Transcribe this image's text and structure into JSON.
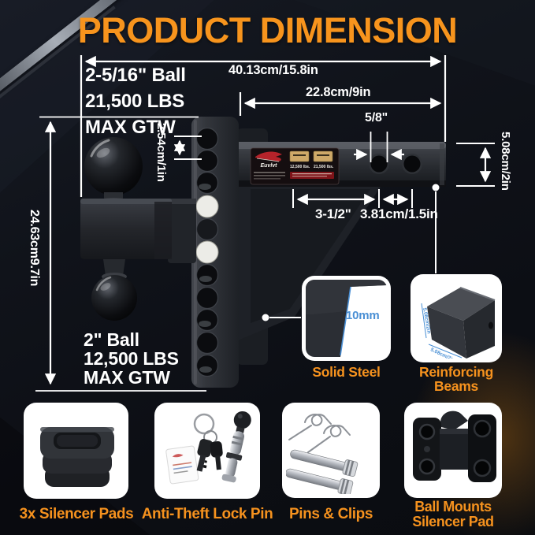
{
  "title": "PRODUCT DIMENSION",
  "colors": {
    "accent_orange": "#F7941D",
    "label_orange": "#F6921E",
    "dimension_white": "#FFFFFF",
    "callout_blue": "#4A8FD4",
    "background": "#0C0E14"
  },
  "hitch": {
    "top_ball": {
      "size": "2-5/16\" Ball",
      "capacity": "21,500 LBS",
      "suffix": "MAX GTW"
    },
    "bottom_ball": {
      "size": "2\" Ball",
      "capacity": "12,500 LBS",
      "suffix": "MAX GTW"
    },
    "sticker": {
      "brand": "Euvlvt",
      "weight_left": "12,500 lbs.",
      "weight_right": "21,500 lbs."
    }
  },
  "dimensions": {
    "overall_length": "40.13cm/15.8in",
    "shank_length": "22.8cm/9in",
    "hole_diameter": "5/8\"",
    "ball_hole_spacing": "2.54cm/1in",
    "shank_height": "5.08cm/2in",
    "overall_height": "24.63cm9.7in",
    "hole_edge_distance": "3-1/2\"",
    "hole_spacing": "3.81cm/1.5in"
  },
  "callouts": {
    "solid_steel": {
      "label": "Solid Steel",
      "thickness": "10mm"
    },
    "reinforcing_beams": {
      "label_line1": "Reinforcing",
      "label_line2": "Beams",
      "edge_dimension": "5.08cm/2in"
    }
  },
  "accessories": [
    {
      "label": "3x Silencer Pads",
      "image": "silencer-pads"
    },
    {
      "label": "Anti-Theft Lock Pin",
      "image": "lock-pin-with-keys"
    },
    {
      "label": "Pins & Clips",
      "image": "hitch-pins-and-r-clips"
    },
    {
      "label_line1": "Ball Mounts",
      "label_line2": "Silencer Pad",
      "image": "ball-mount-silencer-pad"
    }
  ]
}
